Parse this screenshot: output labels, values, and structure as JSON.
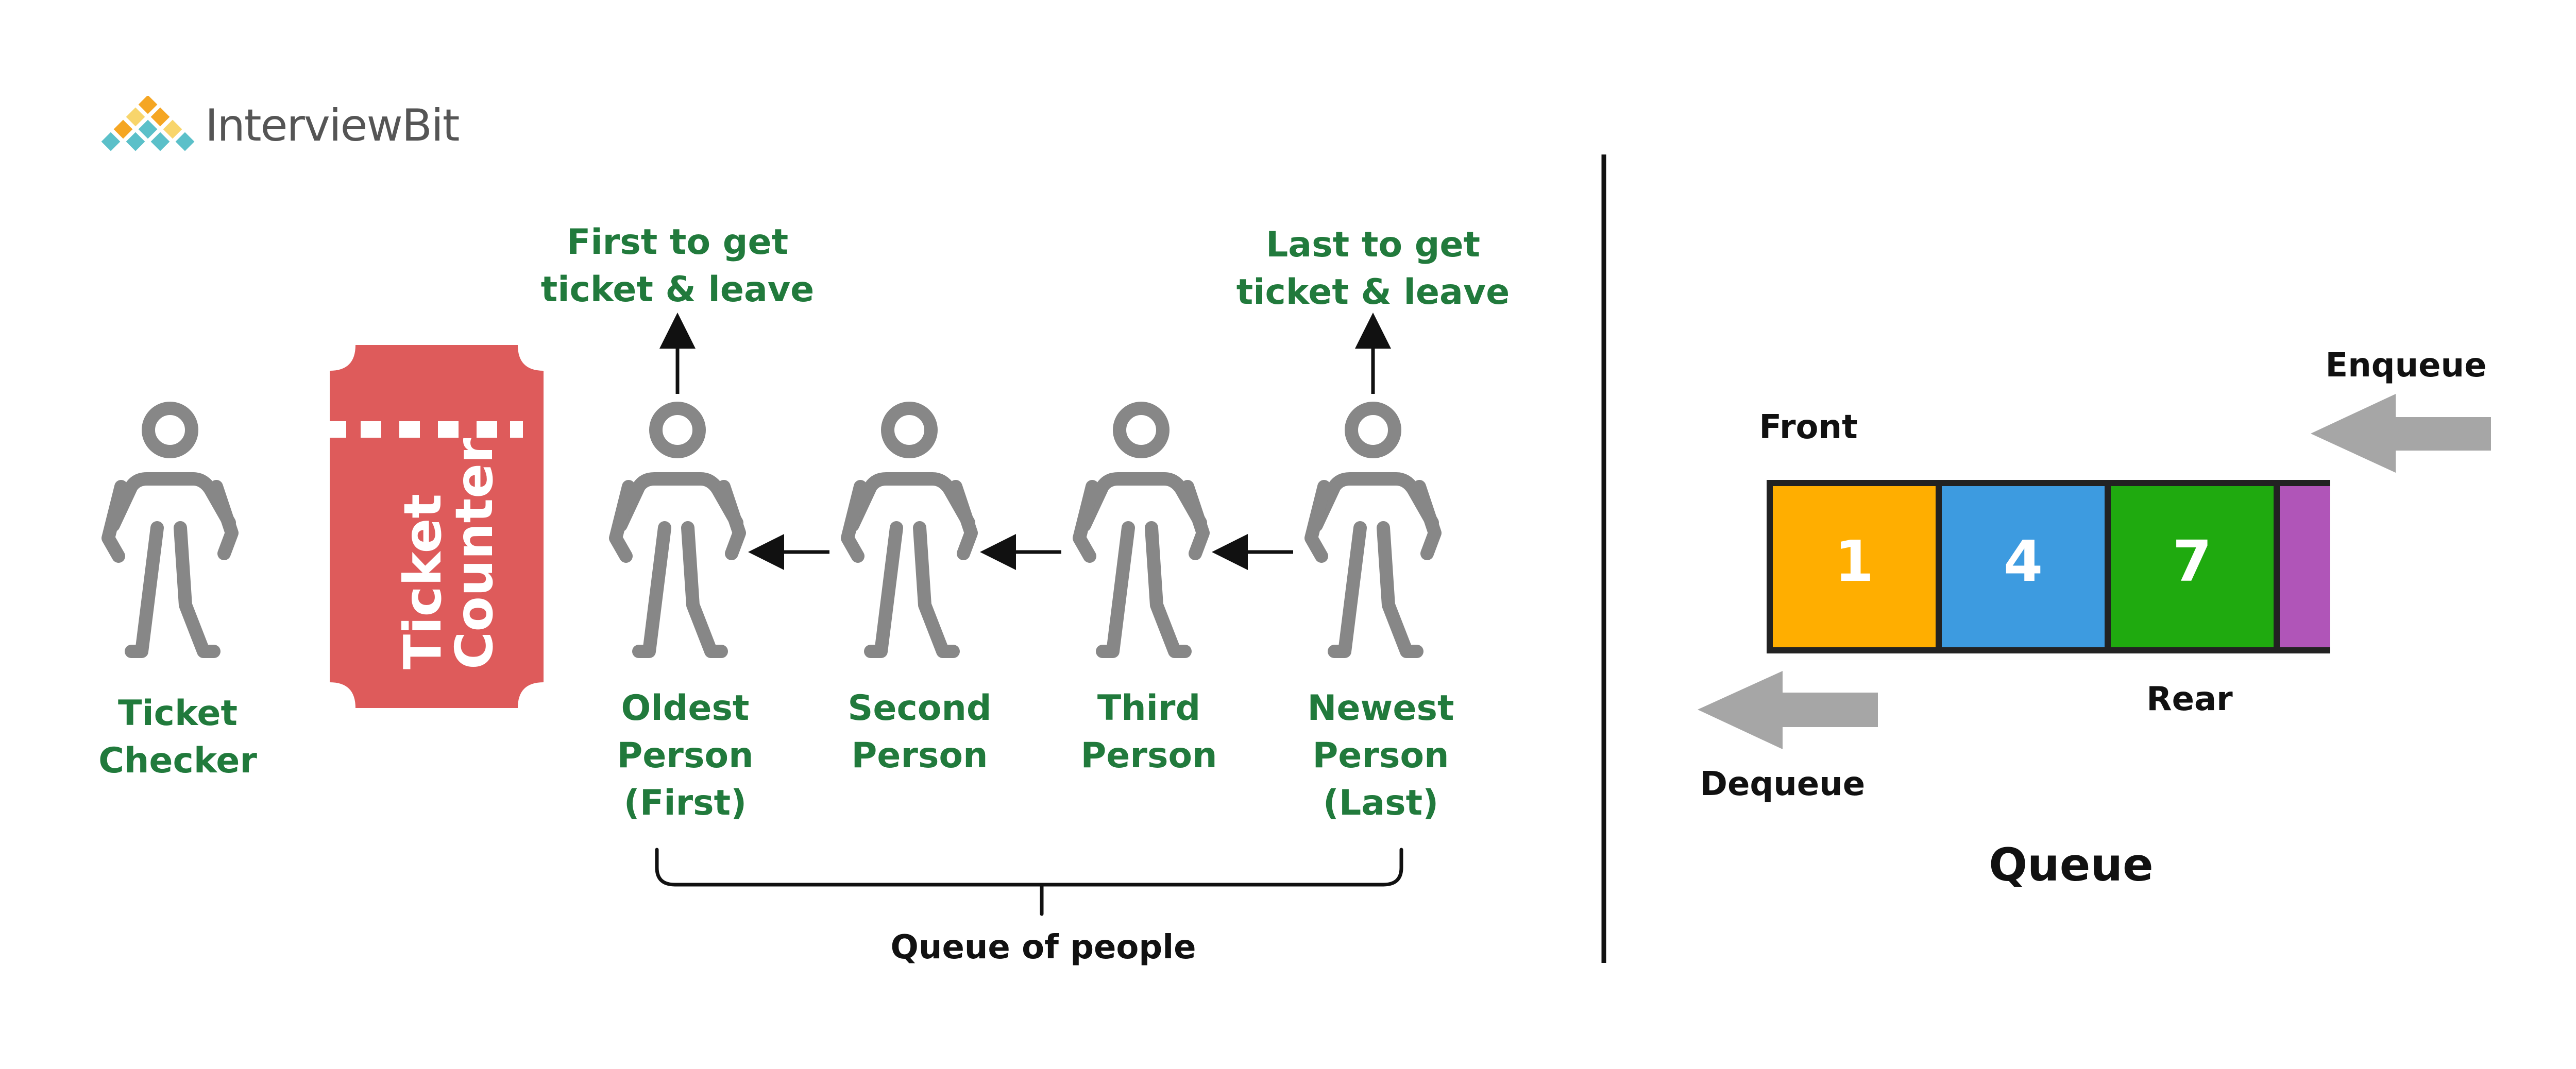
{
  "brand": {
    "logo_text": "InterviewBit",
    "logo_colors": [
      "#f5a623",
      "#5bc0c9",
      "#f8d56b",
      "#e8e8e8"
    ]
  },
  "left_scene": {
    "ticket_checker_label": "Ticket\nChecker",
    "ticket_counter": {
      "line1": "Ticket",
      "line2": "Counter",
      "color": "#de5b5b"
    },
    "people": [
      {
        "label": "Oldest\nPerson\n(First)"
      },
      {
        "label": "Second\nPerson"
      },
      {
        "label": "Third\nPerson"
      },
      {
        "label": "Newest\nPerson\n(Last)"
      }
    ],
    "first_note": "First to get\nticket & leave",
    "last_note": "Last to get\nticket & leave",
    "bracket_label": "Queue of people",
    "person_color": "#878787",
    "label_color": "#217a3c"
  },
  "right_scene": {
    "title": "Queue",
    "front_label": "Front",
    "rear_label": "Rear",
    "enqueue_label": "Enqueue",
    "dequeue_label": "Dequeue",
    "cells": [
      {
        "value": "1",
        "color": "#ffae00"
      },
      {
        "value": "4",
        "color": "#3d9be0"
      },
      {
        "value": "7",
        "color": "#1faa0f"
      },
      {
        "value": "",
        "color": "#b055b8"
      }
    ],
    "arrow_color": "#a6a6a6"
  }
}
